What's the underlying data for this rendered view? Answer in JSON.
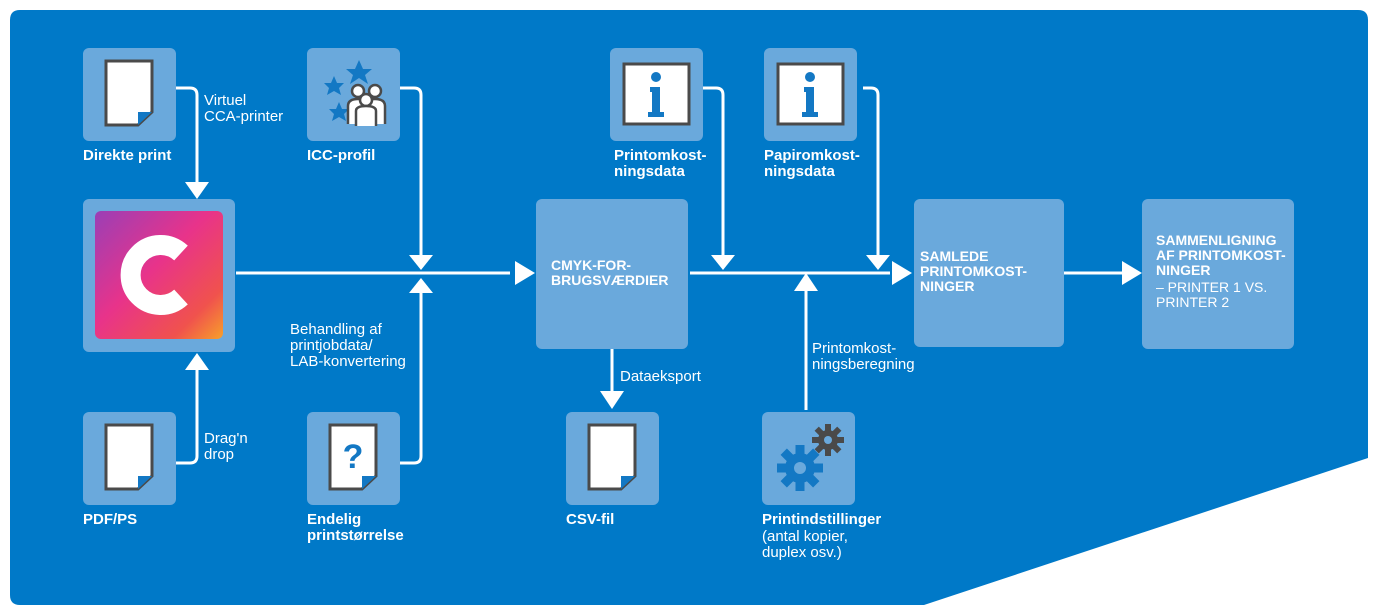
{
  "colors": {
    "background": "#0079c8",
    "box": "#6aa9dc",
    "arrow": "#ffffff",
    "icon_accent": "#1378c4"
  },
  "nodes": {
    "direct_print": {
      "label": "Direkte print",
      "icon": "document-icon"
    },
    "icc_profile": {
      "label": "ICC-profil",
      "icon": "users-stars-icon"
    },
    "print_cost_data": {
      "label": "Printomkost-\nningsdata",
      "icon": "info-icon"
    },
    "paper_cost_data": {
      "label": "Papiromkost-\nningsdata",
      "icon": "info-icon"
    },
    "app": {
      "icon": "app-logo-c-icon"
    },
    "cmyk": {
      "label": "CMYK-FOR-\nBRUGSVÆRDIER"
    },
    "total_costs": {
      "label": "SAMLEDE\nPRINTOMKOST-\nNINGER"
    },
    "comparison": {
      "label": "SAMMENLIGNING\nAF PRINTOMKOST-\nNINGER",
      "sub": "– PRINTER 1 VS.\n   PRINTER 2"
    },
    "pdf_ps": {
      "label": "PDF/PS",
      "icon": "document-icon"
    },
    "final_size": {
      "label": "Endelig\nprintstørrelse",
      "icon": "question-document-icon"
    },
    "csv": {
      "label": "CSV-fil",
      "icon": "document-icon"
    },
    "print_settings": {
      "label": "Printindstillinger",
      "sub": "(antal kopier,\nduplex osv.)",
      "icon": "gears-icon"
    }
  },
  "edge_labels": {
    "virtual_printer": "Virtuel\nCCA-printer",
    "drag_drop": "Drag'n\ndrop",
    "processing": "Behandling af\nprintjobdata/\nLAB-konvertering",
    "data_export": "Dataeksport",
    "cost_calc": "Printomkost-\nningsberegning"
  }
}
